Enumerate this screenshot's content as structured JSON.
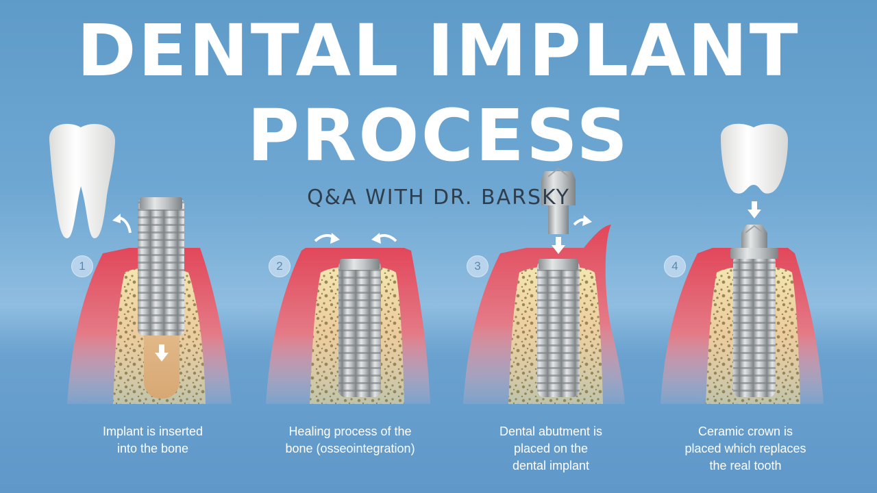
{
  "title": {
    "line1": "DENTAL IMPLANT",
    "line2": "PROCESS"
  },
  "subtitle": "Q&A WITH DR. BARSKY",
  "steps": [
    {
      "number": "1",
      "caption": [
        "Implant is inserted",
        "into the bone"
      ]
    },
    {
      "number": "2",
      "caption": [
        "Healing process of the",
        "bone (osseointegration)"
      ]
    },
    {
      "number": "3",
      "caption": [
        "Dental abutment is",
        "placed on the",
        "dental implant"
      ]
    },
    {
      "number": "4",
      "caption": [
        "Ceramic crown is",
        "placed which replaces",
        "the real tooth"
      ]
    }
  ],
  "colors": {
    "background": "#6ea7d2",
    "gum": "#d9485a",
    "bone": "#efe2a8",
    "implant_metal": "#c7cacc",
    "tooth": "#f4f4f2",
    "text": "#ffffff"
  },
  "icons": [
    "tooth-icon",
    "implant-screw-icon",
    "abutment-icon",
    "crown-icon",
    "arrow-icon"
  ]
}
